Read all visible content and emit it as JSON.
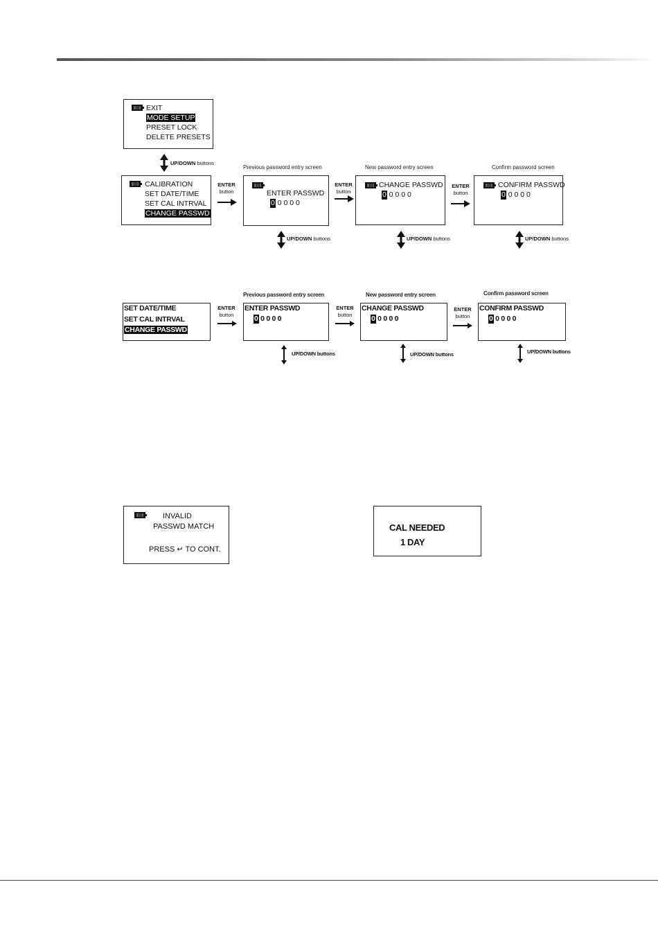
{
  "menu_screen": {
    "items": [
      "EXIT",
      "MODE SETUP",
      "PRESET LOCK",
      "DELETE PRESETS"
    ],
    "highlighted": "MODE SETUP"
  },
  "row1": {
    "mode_screen": {
      "items": [
        "CALIBRATION",
        "SET DATE/TIME",
        "SET CAL INTRVAL",
        "CHANGE PASSWD"
      ],
      "highlighted": "CHANGE PASSWD"
    },
    "captions": [
      "Previous password entry screen",
      "New password entry screen",
      "Confirm password screen"
    ],
    "pw_screens": [
      {
        "title": "ENTER PASSWD",
        "cursor": "0",
        "digits": "0 0 0 0"
      },
      {
        "title": "CHANGE PASSWD",
        "cursor": "0",
        "digits": "0 0 0 0"
      },
      {
        "title": "CONFIRM PASSWD",
        "cursor": "0",
        "digits": "0 0 0 0"
      }
    ]
  },
  "row2": {
    "mode_screen": {
      "items": [
        "SET DATE/TIME",
        "SET CAL INTRVAL",
        "CHANGE PASSWD"
      ],
      "highlighted": "CHANGE PASSWD"
    },
    "captions": [
      "Previous password entry screen",
      "New password entry screen",
      "Confirm password screen"
    ],
    "pw_screens": [
      {
        "title": "ENTER PASSWD",
        "cursor": "0",
        "digits": "0 0 0 0"
      },
      {
        "title": "CHANGE PASSWD",
        "cursor": "0",
        "digits": "0 0 0 0"
      },
      {
        "title": "CONFIRM PASSWD",
        "cursor": "0",
        "digits": "0 0 0 0"
      }
    ]
  },
  "controls": {
    "enter_label": "ENTER",
    "button_label": "button",
    "updown_bold": "UP/DOWN",
    "buttons_word": "buttons"
  },
  "invalid_screen": {
    "line1": "INVALID",
    "line2": "PASSWD MATCH",
    "line3_prefix": "PRESS",
    "line3_symbol": "↵",
    "line3_suffix": "TO CONT."
  },
  "cal_screen": {
    "line1": "CAL NEEDED",
    "line2": "1 DAY"
  }
}
